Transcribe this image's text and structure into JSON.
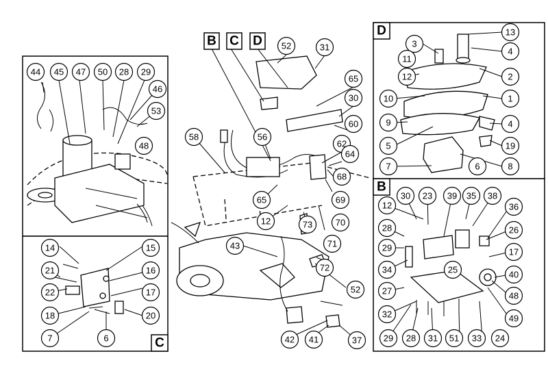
{
  "section_labels": {
    "b_top": "B",
    "c_top": "C",
    "d_top": "D",
    "d_panel": "D",
    "b_panel": "B",
    "c_panel": "C"
  },
  "callouts": {
    "main": [
      "52",
      "31",
      "65",
      "30",
      "60",
      "62",
      "64",
      "58",
      "56",
      "68",
      "69",
      "65",
      "70",
      "12",
      "71",
      "73",
      "43",
      "72",
      "52",
      "42",
      "41",
      "37"
    ],
    "detail_top_left": [
      "44",
      "45",
      "47",
      "50",
      "28",
      "29",
      "46",
      "53",
      "48"
    ],
    "panel_c": [
      "14",
      "15",
      "21",
      "16",
      "22",
      "17",
      "18",
      "20",
      "7",
      "6"
    ],
    "panel_d": [
      "3",
      "13",
      "11",
      "4",
      "12",
      "2",
      "10",
      "1",
      "9",
      "4",
      "5",
      "19",
      "7",
      "6",
      "8"
    ],
    "panel_b": [
      "30",
      "23",
      "39",
      "35",
      "38",
      "12",
      "36",
      "28",
      "26",
      "29",
      "17",
      "34",
      "25",
      "40",
      "27",
      "48",
      "32",
      "24",
      "49",
      "29",
      "28",
      "31",
      "51",
      "33"
    ]
  }
}
